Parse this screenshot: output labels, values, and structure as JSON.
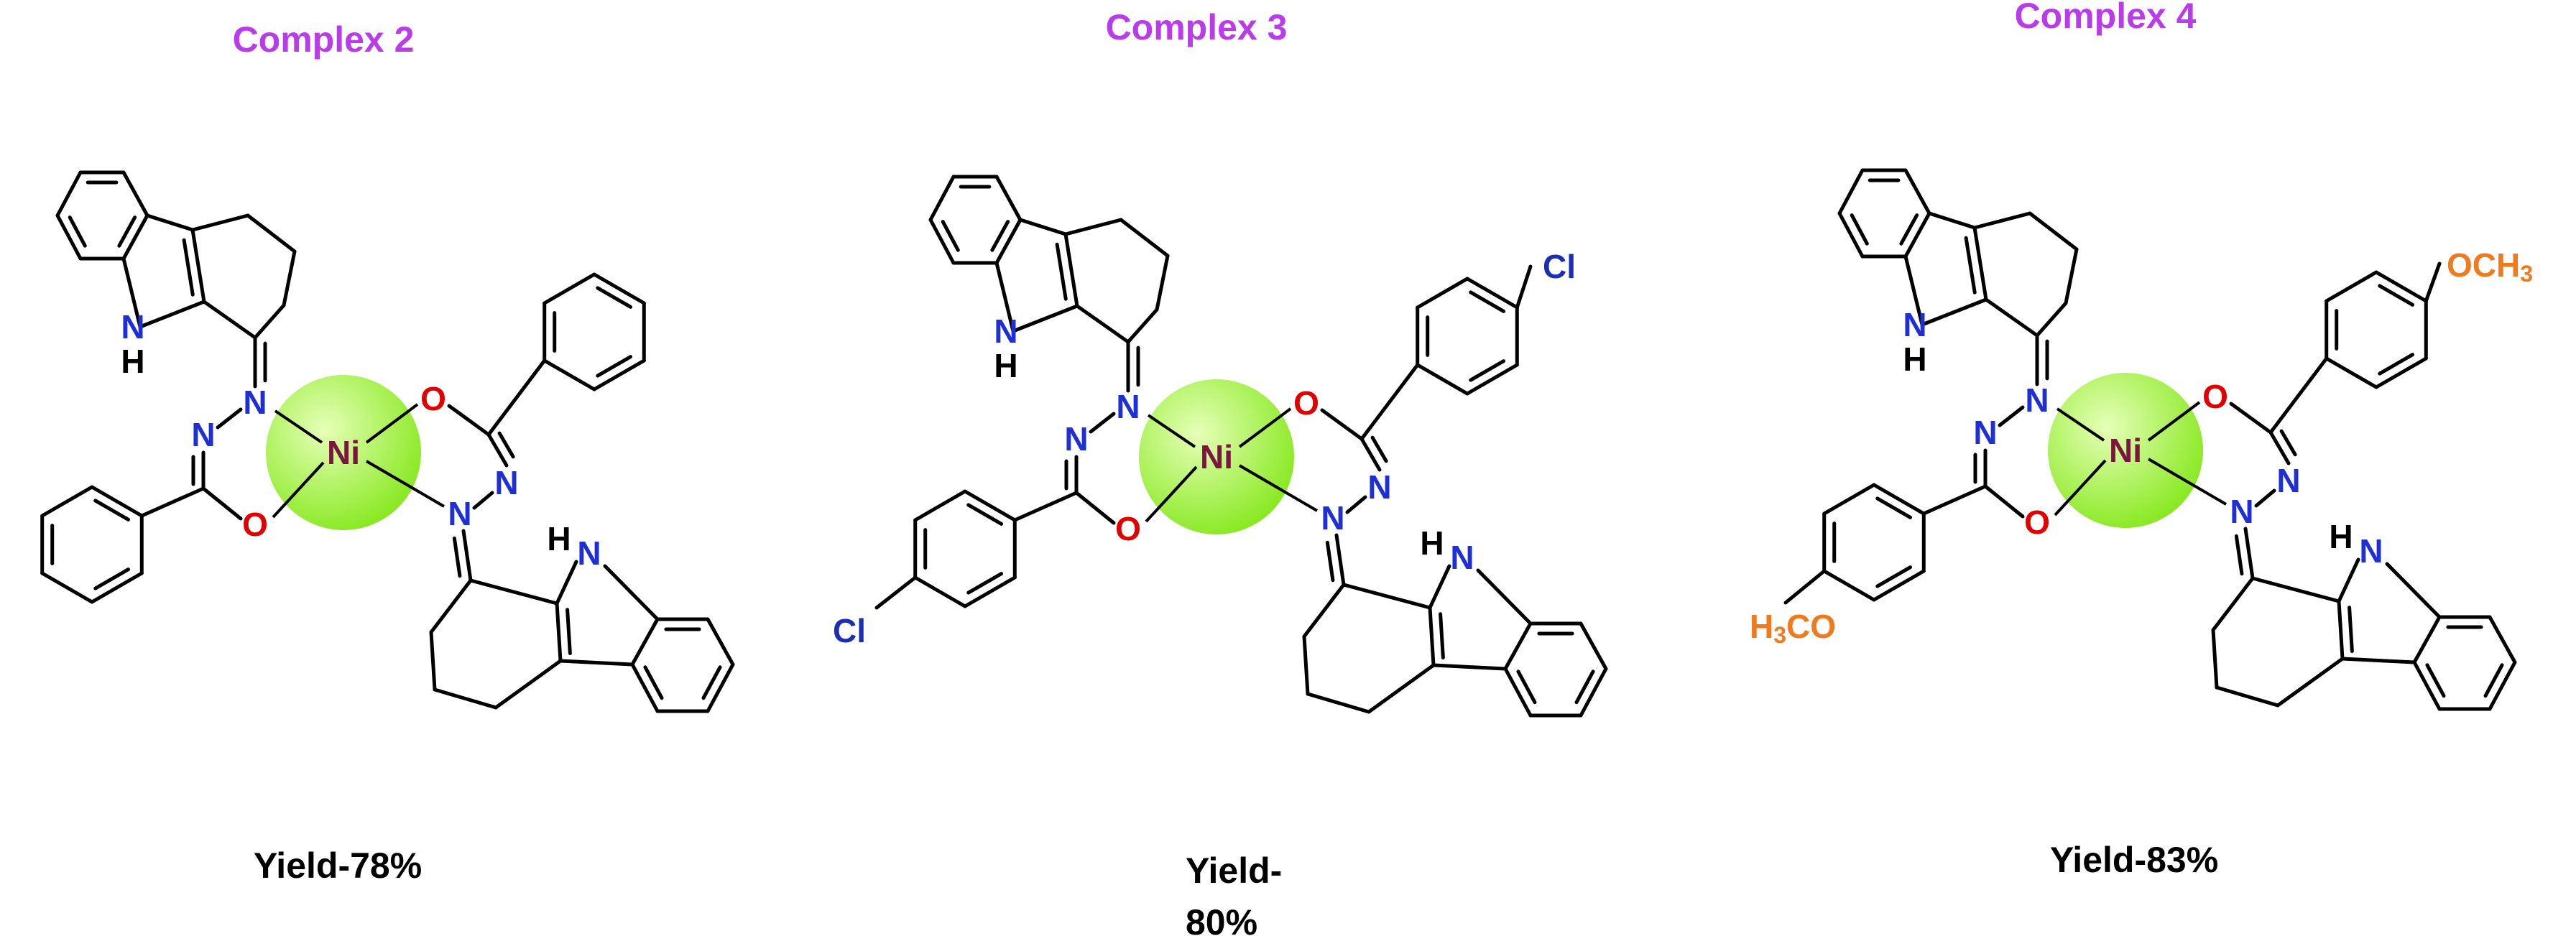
{
  "colors": {
    "title": "#B93BE9",
    "nitrogen": "#1F2FD6",
    "oxygen": "#E00000",
    "nickel": "#7A1640",
    "chlorine": "#1B2FB4",
    "methoxy": "#F07A1E",
    "bond": "#000000",
    "metal_sphere_light": "#E6FFB8",
    "metal_sphere_dark": "#86E81E"
  },
  "atom_labels": {
    "N": "N",
    "O": "O",
    "Ni": "Ni",
    "NH_N": "N",
    "NH_H": "H",
    "Cl": "Cl",
    "OCH3_lead": "OCH",
    "OCH3_sub": "3",
    "H3CO_H": "H",
    "H3CO_sub": "3",
    "H3CO_tail": "CO"
  },
  "complexes": [
    {
      "title": "Complex 2",
      "yield_lines": [
        "Yield-78%"
      ],
      "substituent": "none"
    },
    {
      "title": "Complex 3",
      "yield_lines": [
        "Yield-",
        "80%"
      ],
      "substituent": "Cl"
    },
    {
      "title": "Complex 4",
      "yield_lines": [
        "Yield-83%"
      ],
      "substituent": "OCH3"
    }
  ]
}
